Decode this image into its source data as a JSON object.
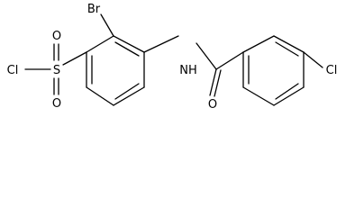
{
  "molecule": {
    "atoms": {
      "bromine": "Br",
      "sulfonyl_chlorine": "Cl",
      "sulfur": "S",
      "oxygen_upper": "O",
      "oxygen_lower": "O",
      "amide_nitrogen": "NH",
      "carbonyl_oxygen": "O",
      "aryl_chlorine": "Cl"
    }
  }
}
